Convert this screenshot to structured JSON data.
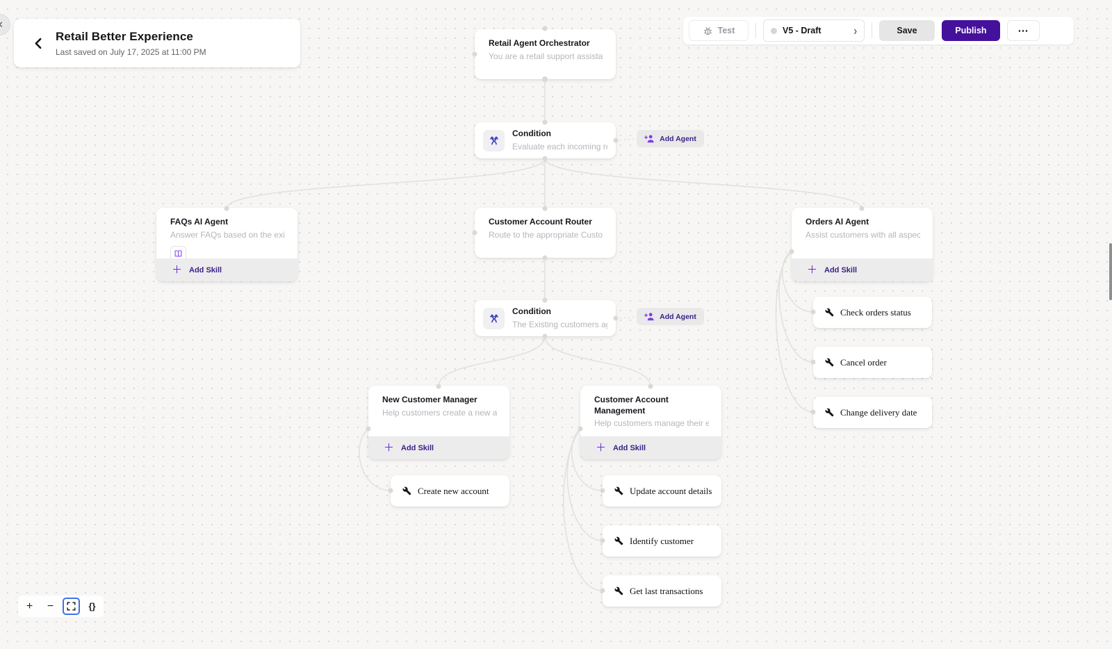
{
  "header": {
    "title": "Retail Better Experience",
    "subtitle": "Last saved on July 17, 2025 at 11:00 PM"
  },
  "toolbar": {
    "test_label": "Test",
    "version_label": "V5 - Draft",
    "save_label": "Save",
    "publish_label": "Publish",
    "more_label": "⋯"
  },
  "canvas": {
    "orchestrator": {
      "title": "Retail Agent Orchestrator",
      "subtitle": "You are a retail support assistan..."
    },
    "condition1": {
      "title": "Condition",
      "subtitle": "Evaluate each incoming req..."
    },
    "condition2": {
      "title": "Condition",
      "subtitle": "The Existing customers age..."
    },
    "add_agent_label": "Add Agent",
    "add_skill_label": "Add Skill",
    "agents": {
      "faqs": {
        "title": "FAQs AI Agent",
        "subtitle": "Answer FAQs based on the exist..."
      },
      "router": {
        "title": "Customer Account Router",
        "subtitle": "Route to the appropriate Custo..."
      },
      "orders": {
        "title": "Orders AI Agent",
        "subtitle": "Assist customers with all aspec..."
      },
      "new_customer": {
        "title": "New Customer Manager",
        "subtitle": "Help customers create a new ac..."
      },
      "account_mgmt": {
        "title": "Customer Account Management",
        "subtitle": "Help customers manage their e..."
      }
    },
    "skills": {
      "check_orders": "Check orders status",
      "cancel_order": "Cancel order",
      "change_delivery": "Change delivery date",
      "create_account": "Create new account",
      "update_details": "Update account details",
      "identify_customer": "Identify customer",
      "get_transactions": "Get last transactions"
    }
  },
  "zoom_controls": {
    "zoom_in": "+",
    "zoom_out": "−",
    "braces": "{}"
  },
  "colors": {
    "publish_bg": "#44119c",
    "accent_purple": "#7c3aed",
    "add_text_purple": "#3a1f85",
    "condition_icon": "#3b44c0",
    "edge": "#e3e1de",
    "fit_outline": "#3b72e8"
  }
}
